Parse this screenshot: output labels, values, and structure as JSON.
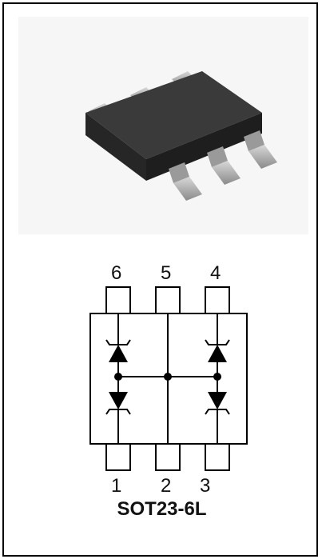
{
  "package": {
    "name": "SOT23-6L"
  },
  "pins": {
    "top": [
      "6",
      "5",
      "4"
    ],
    "bottom": [
      "1",
      "2",
      "3"
    ]
  },
  "colors": {
    "body": "#2f2f2f",
    "lead": "#b5b5b5",
    "line": "#000000"
  }
}
